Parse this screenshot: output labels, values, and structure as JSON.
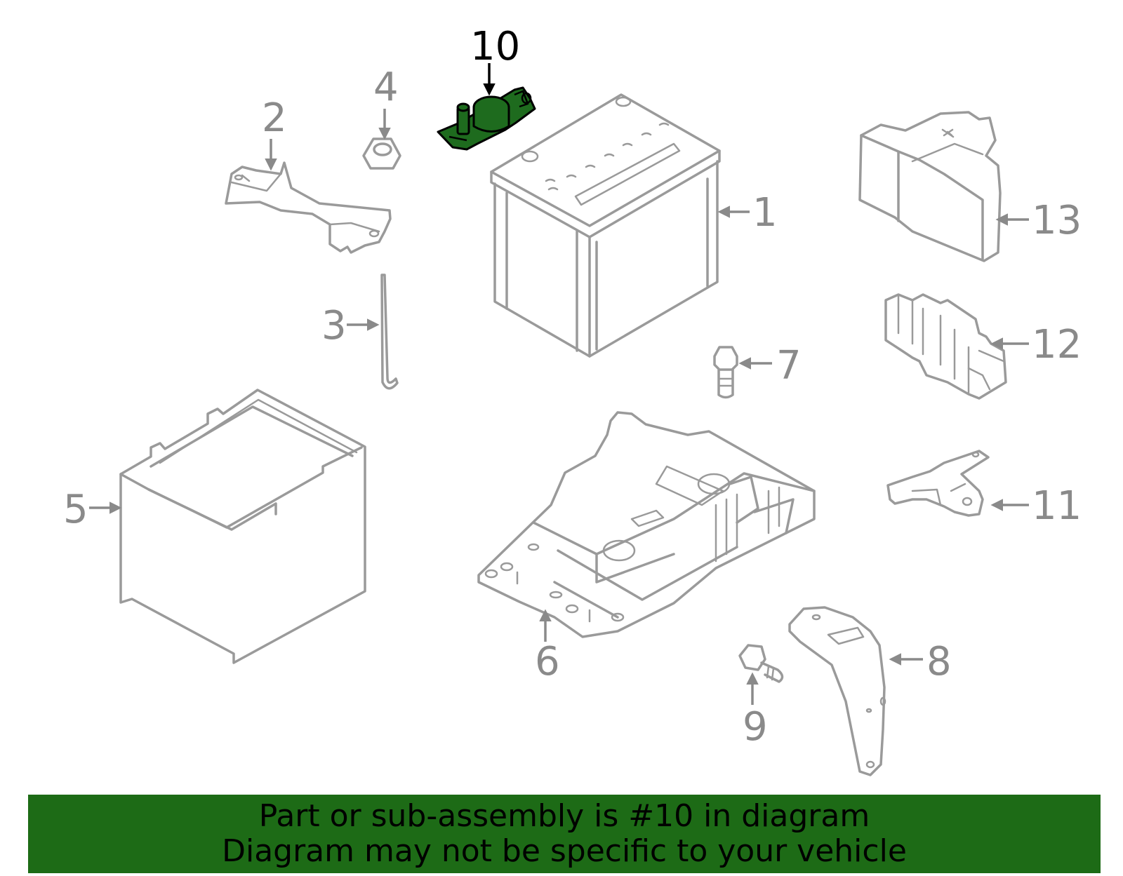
{
  "diagram": {
    "callouts": {
      "c1": "1",
      "c2": "2",
      "c3": "3",
      "c4": "4",
      "c5": "5",
      "c6": "6",
      "c7": "7",
      "c8": "8",
      "c9": "9",
      "c10": "10",
      "c11": "11",
      "c12": "12",
      "c13": "13"
    },
    "highlighted_part": "10",
    "colors": {
      "highlight": "#1e6b1e",
      "line": "#9a9a9a",
      "banner": "#1d6b16"
    }
  },
  "banner": {
    "line1": "Part or sub-assembly is #10 in diagram",
    "line2": "Diagram may not be specific to your vehicle"
  }
}
